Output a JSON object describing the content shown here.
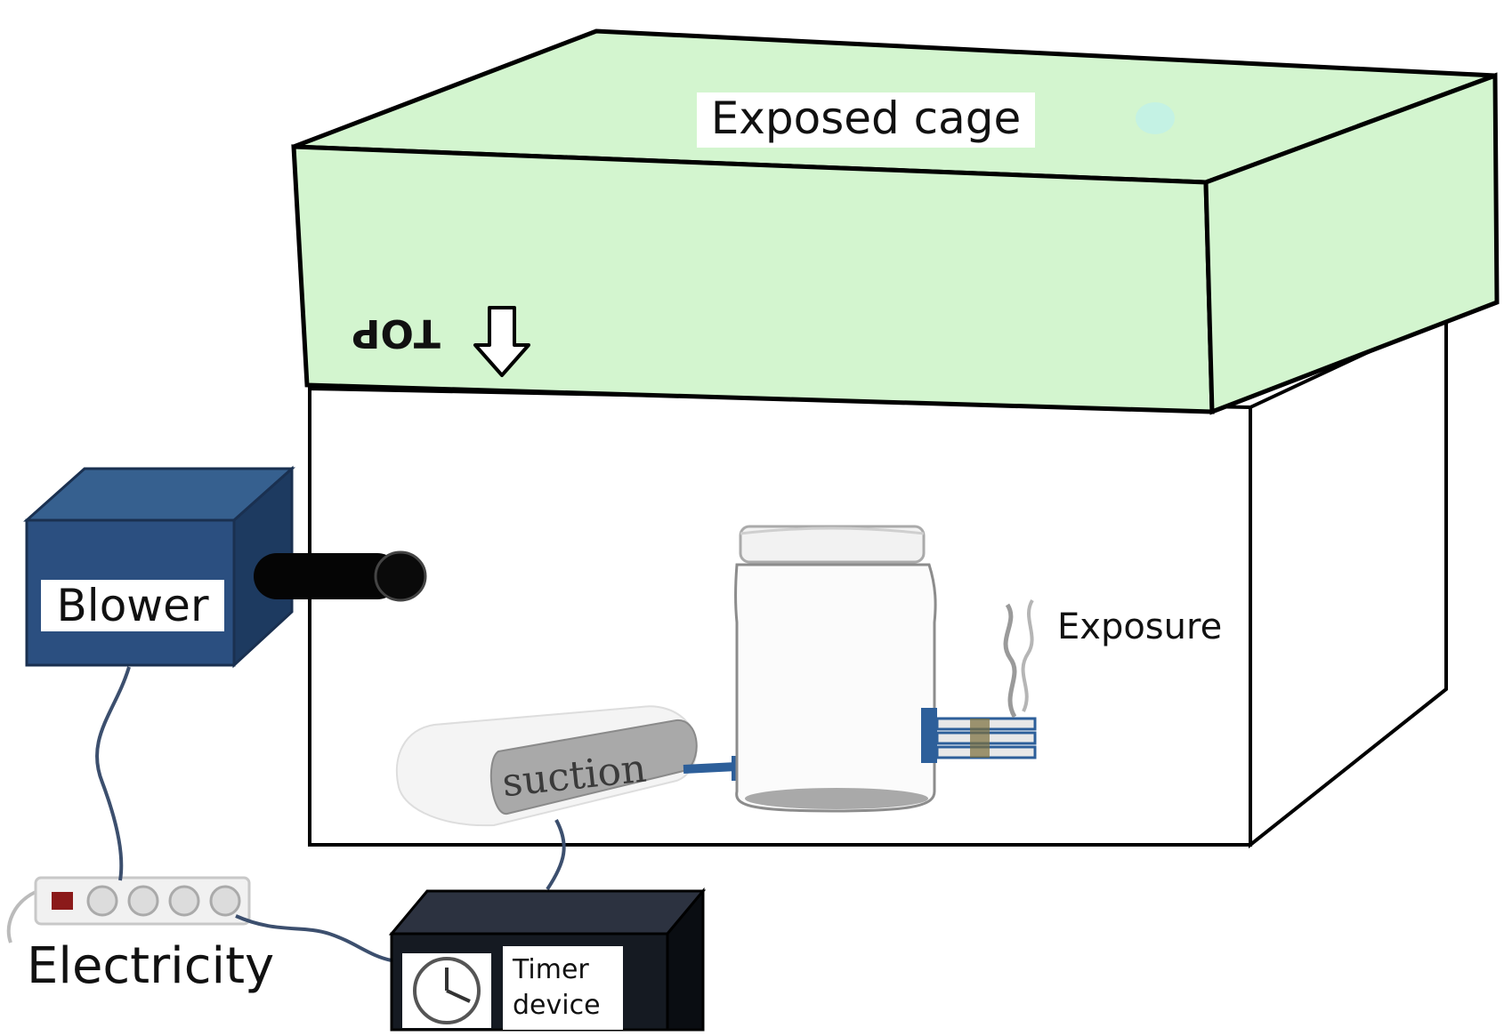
{
  "labels": {
    "cage": "Exposed cage",
    "top": "TOP",
    "blower": "Blower",
    "exposure": "Exposure",
    "suction": "suction",
    "electricity": "Electricity",
    "timer_line1": "Timer",
    "timer_line2": "device"
  },
  "colors": {
    "cage_lid": "#d3f5cf",
    "blower": "#2b4f80",
    "blower_dark": "#1d3a60",
    "timer": "#151a22",
    "cable": "#3c4f6e",
    "tube": "#2d5f9a"
  }
}
